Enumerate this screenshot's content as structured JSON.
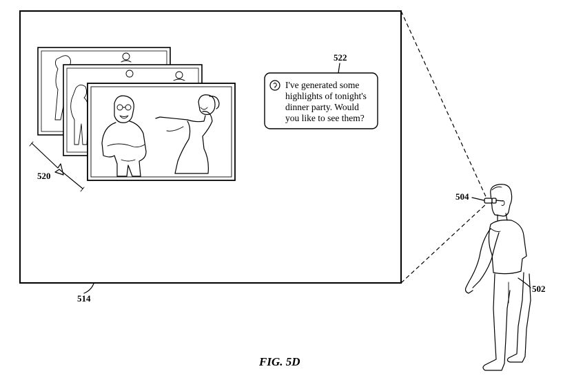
{
  "figure": {
    "caption": "FIG. 5D",
    "labels": {
      "display": "514",
      "photo_stack": "520",
      "bubble": "522",
      "glasses": "504",
      "user": "502"
    },
    "bubble": {
      "icon": "assistant-icon",
      "lines": [
        "I've generated some",
        "highlights of tonight's",
        "dinner party. Would",
        "you like to see them?"
      ]
    }
  }
}
